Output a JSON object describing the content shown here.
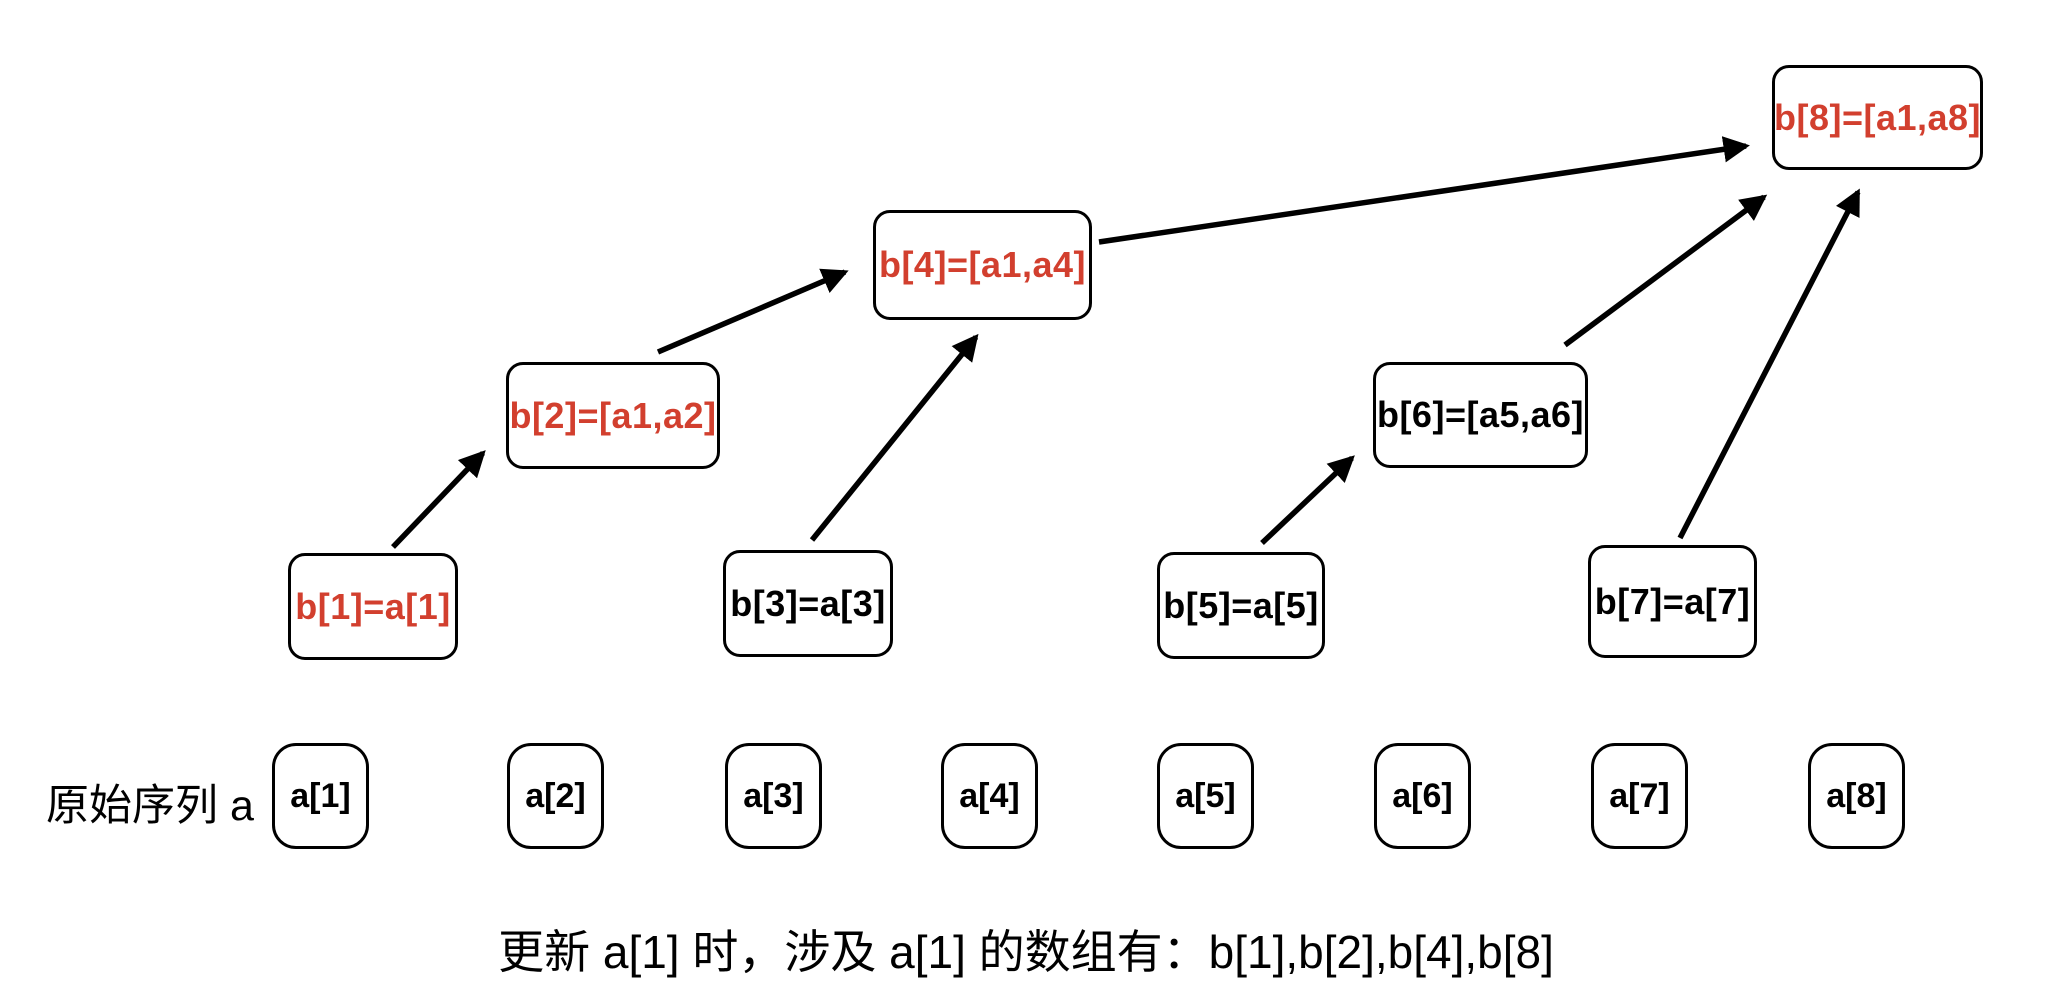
{
  "diagram": {
    "title_semantic": "binary-indexed-tree-update-path",
    "colors": {
      "highlight_text": "#d23f2e",
      "default_text": "#000000",
      "node_border": "#000000",
      "arrow": "#000000",
      "background": "#ffffff"
    },
    "tree_nodes": [
      {
        "id": "b1",
        "label": "b[1]=a[1]",
        "highlight": true
      },
      {
        "id": "b2",
        "label": "b[2]=[a1,a2]",
        "highlight": true
      },
      {
        "id": "b3",
        "label": "b[3]=a[3]",
        "highlight": false
      },
      {
        "id": "b4",
        "label": "b[4]=[a1,a4]",
        "highlight": true
      },
      {
        "id": "b5",
        "label": "b[5]=a[5]",
        "highlight": false
      },
      {
        "id": "b6",
        "label": "b[6]=[a5,a6]",
        "highlight": false
      },
      {
        "id": "b7",
        "label": "b[7]=a[7]",
        "highlight": false
      },
      {
        "id": "b8",
        "label": "b[8]=[a1,a8]",
        "highlight": true
      }
    ],
    "edges": [
      {
        "from": "b1",
        "to": "b2"
      },
      {
        "from": "b2",
        "to": "b4"
      },
      {
        "from": "b3",
        "to": "b4"
      },
      {
        "from": "b4",
        "to": "b8"
      },
      {
        "from": "b5",
        "to": "b6"
      },
      {
        "from": "b6",
        "to": "b8"
      },
      {
        "from": "b7",
        "to": "b8"
      }
    ],
    "array_row": {
      "label": "原始序列 a",
      "cells": [
        "a[1]",
        "a[2]",
        "a[3]",
        "a[4]",
        "a[5]",
        "a[6]",
        "a[7]",
        "a[8]"
      ]
    },
    "caption": "更新 a[1] 时，涉及 a[1] 的数组有：b[1],b[2],b[4],b[8]"
  }
}
